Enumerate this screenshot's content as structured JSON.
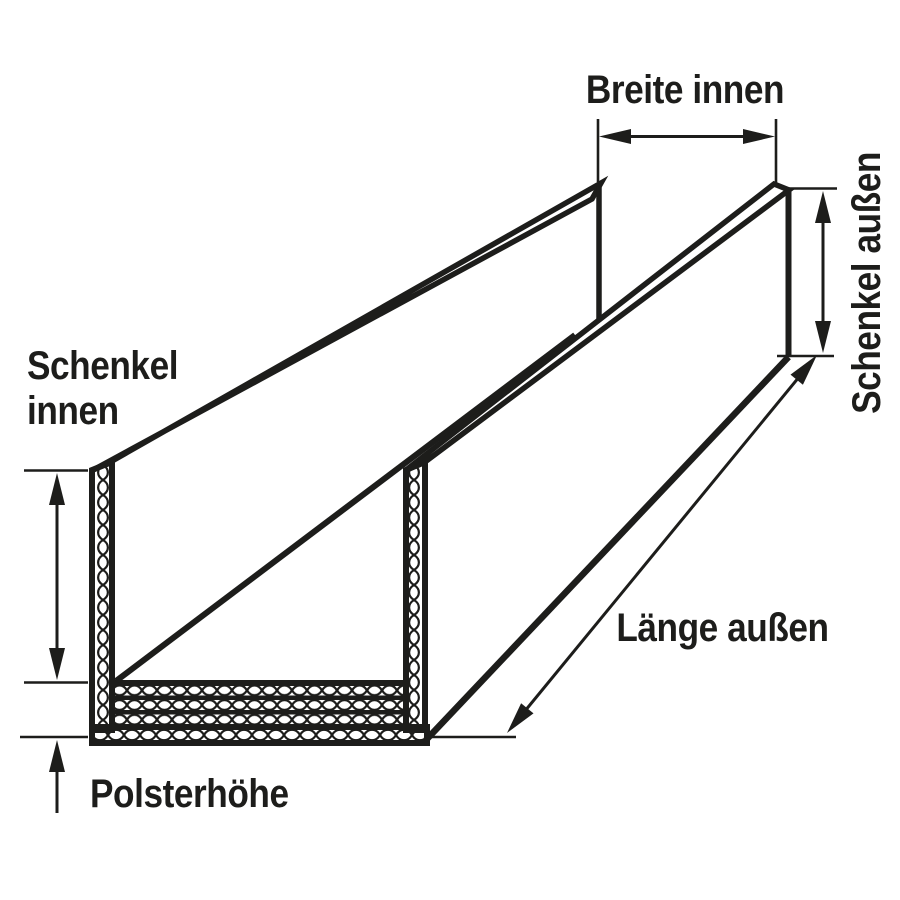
{
  "diagram": {
    "labels": {
      "breite_innen": "Breite innen",
      "schenkel_aussen": "Schenkel außen",
      "schenkel_innen_line1": "Schenkel",
      "schenkel_innen_line2": "innen",
      "laenge_aussen": "Länge außen",
      "polsterhoehe": "Polsterhöhe"
    },
    "colors": {
      "line": "#1d1d1b",
      "background": "#ffffff"
    }
  }
}
